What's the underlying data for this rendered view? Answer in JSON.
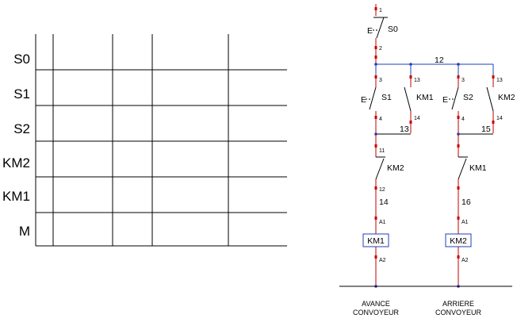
{
  "chronogram": {
    "rows": [
      "S0",
      "S1",
      "S2",
      "KM2",
      "KM1",
      "M"
    ]
  },
  "schematic": {
    "s0": {
      "label": "S0",
      "e": "E",
      "pin_top": "1",
      "pin_bottom": "2"
    },
    "bus_label": "12",
    "s1": {
      "label": "S1",
      "e": "E",
      "pin_top": "3",
      "pin_bottom": "4"
    },
    "km1_aux": {
      "label": "KM1",
      "pin_top": "13",
      "pin_bottom": "14"
    },
    "s2": {
      "label": "S2",
      "e": "E",
      "pin_top": "3",
      "pin_bottom": "4"
    },
    "km2_aux": {
      "label": "KM2",
      "pin_top": "13",
      "pin_bottom": "14"
    },
    "node_left": "13",
    "node_right": "15",
    "km2_interlock": {
      "label": "KM2",
      "pin_top": "11",
      "pin_bottom": "12"
    },
    "km1_interlock": {
      "label": "KM1"
    },
    "wire_left": "14",
    "wire_right": "16",
    "coil_left": {
      "label": "KM1",
      "pin_top": "A1",
      "pin_bottom": "A2"
    },
    "coil_right": {
      "label": "KM2",
      "pin_top": "A1",
      "pin_bottom": "A2"
    },
    "caption_left": [
      "AVANCE",
      "CONVOYEUR"
    ],
    "caption_right": [
      "ARRIERE",
      "CONVOYEUR"
    ]
  }
}
